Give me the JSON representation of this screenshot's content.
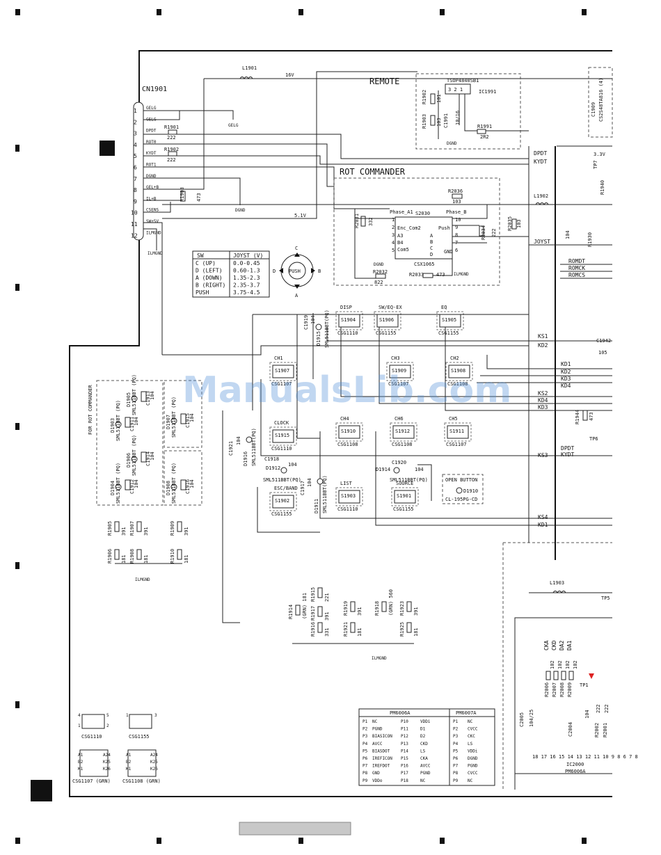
{
  "connector": {
    "name": "CN1901",
    "pins": [
      {
        "n": "1",
        "label": "GELG"
      },
      {
        "n": "2",
        "label": "GELG"
      },
      {
        "n": "3",
        "label": "DPDT"
      },
      {
        "n": "4",
        "label": "ROT0"
      },
      {
        "n": "5",
        "label": "KYDT"
      },
      {
        "n": "6",
        "label": "ROT1"
      },
      {
        "n": "7",
        "label": "DGND"
      },
      {
        "n": "8",
        "label": "GEL+B"
      },
      {
        "n": "9",
        "label": "IL+B"
      },
      {
        "n": "10",
        "label": "CSENS"
      },
      {
        "n": "11",
        "label": "SW+5V"
      },
      {
        "n": "12",
        "label": "ILMGND"
      }
    ]
  },
  "ground_labels": {
    "gelg": "GELG",
    "dgnd": "DGND",
    "ilmgnd": "ILMGND",
    "dgnd2": "DGND",
    "ilmgnd2": "ILMGND"
  },
  "resistors_left": [
    {
      "ref": "R1901",
      "val": "222"
    },
    {
      "ref": "R1902",
      "val": "222"
    },
    {
      "ref": "R1903",
      "val": "473"
    }
  ],
  "inductors": {
    "l1901": "L1901",
    "l1902": "L1902",
    "l1903": "L1903"
  },
  "voltages": {
    "v16": "16V",
    "v51": "5.1V",
    "v33": "3.3V"
  },
  "remote": {
    "title": "REMOTE",
    "module": "TSOP4840SB1",
    "ic": "IC1991",
    "pins": "3  2  1",
    "r1902": "R1902",
    "r1902v": "101",
    "r1903": "R1903",
    "r1903v": "103",
    "c1991": "C1991",
    "c1991v": "10/16",
    "r1991": "R1991",
    "r1991v": "2R2"
  },
  "rot": {
    "title": "ROT COMMANDER",
    "r2036": "R2036",
    "r2036v": "103",
    "s2030": "S2030",
    "phase_a": "Phase_A1",
    "phase_b": "Phase_B",
    "enc_com2": "Enc_Com2",
    "push": "Push",
    "a3": "A3",
    "b4": "B4",
    "com5": "Com5",
    "gnd": "GND",
    "pins_l": [
      "1",
      "2",
      "3",
      "4",
      "5"
    ],
    "pins_r": [
      "10",
      "9",
      "8",
      "7",
      "6"
    ],
    "right_letters": [
      "A",
      "B",
      "C",
      "D"
    ],
    "part": "CSX1065",
    "r2031": "R2031",
    "r2031v": "332",
    "r2032": "R2032",
    "r2032v": "822",
    "r2033": "R2033",
    "r2033v": "473",
    "r2034": "R2034",
    "r2034v": "222",
    "r2035": "R2035",
    "r2035v": "103"
  },
  "joystick_table": {
    "headers": [
      "SW",
      "JOYST (V)"
    ],
    "rows": [
      [
        "C (UP)",
        "0.0-0.45"
      ],
      [
        "D (LEFT)",
        "0.60-1.3"
      ],
      [
        "A (DOWN)",
        "1.35-2.3"
      ],
      [
        "B (RIGHT)",
        "2.35-3.7"
      ],
      [
        "PUSH",
        "3.75-4.5"
      ]
    ]
  },
  "joystick_icon": {
    "push": "PUSH",
    "c": "C",
    "d": "D",
    "a": "A",
    "b": "B"
  },
  "switches": [
    {
      "title": "DISP",
      "ref": "S1904",
      "part": "CSG1110"
    },
    {
      "title": "SW/EQ-EX",
      "ref": "S1906",
      "part": "CSG1155"
    },
    {
      "title": "EQ",
      "ref": "S1905",
      "part": "CSG1155"
    },
    {
      "title": "CH1",
      "ref": "S1907",
      "part": "CSG1107"
    },
    {
      "title": "CH3",
      "ref": "S1909",
      "part": "CSG1107"
    },
    {
      "title": "CH2",
      "ref": "S1908",
      "part": "CSG1108"
    },
    {
      "title": "CLOCK",
      "ref": "S1915",
      "part": "CSG1110"
    },
    {
      "title": "CH4",
      "ref": "S1910",
      "part": "CSG1108"
    },
    {
      "title": "CH6",
      "ref": "S1912",
      "part": "CSG1108"
    },
    {
      "title": "CH5",
      "ref": "S1911",
      "part": "CSG1107"
    },
    {
      "title": "ESC/BAND",
      "ref": "S1902",
      "part": "CSG1155"
    },
    {
      "title": "LIST",
      "ref": "S1903",
      "part": "CSG1110"
    },
    {
      "title": "SOURCE",
      "ref": "S1901",
      "part": "CSG1155"
    }
  ],
  "leds": {
    "d1915": "D1915",
    "d1915p": "SML511BBT(PQ)",
    "c1919": "C1919",
    "c1919v": "104",
    "d1916": "D1916",
    "d1916p": "SML511BBT(PQ)",
    "c1921": "C1921",
    "c1921v": "104",
    "d1912": "D1912",
    "d1912p": "SML511BBT(PQ)",
    "c1918": "C1918",
    "c1918v": "104",
    "d1914": "D1914",
    "d1914p": "SML511BBT(PQ)",
    "c1920": "C1920",
    "c1920v": "104",
    "d1911": "D1911",
    "d1911p": "SML511BBT(PQ)",
    "c1917": "C1917",
    "c1917v": "104",
    "d1910": "D1910",
    "open": "OPEN BUTTON",
    "cl": "CL-195PG-CD"
  },
  "rot_led_group": {
    "title": "FOR ROT COMMANDER",
    "d1905": "D1905",
    "d1903": "D1903",
    "d1907": "D1907",
    "d1906": "D1906",
    "d1904": "D1904",
    "d1908": "D1908",
    "part": "SML511BBT (PQ)",
    "c1913": "C1913",
    "c1911": "C1911",
    "c1915": "C1915",
    "c1914": "C1914",
    "c1912": "C1912",
    "c1916": "C1916",
    "cv": "104"
  },
  "bottom_res": {
    "r1905": "R1905",
    "r1905v": "391",
    "r1907": "R1907",
    "r1907v": "391",
    "r1909": "R1909",
    "r1909v": "391",
    "r1906": "R1906",
    "r1906v": "181",
    "r1908": "R1908",
    "r1908v": "181",
    "r1910": "R1910",
    "r1910v": "181",
    "r1914": "R1914",
    "r1914v": "(GRN) 181",
    "r1915": "R1915",
    "r1915v": "221",
    "r1916": "R1916",
    "r1916v": "331",
    "r1917": "R1917",
    "r1917v": "391",
    "r1919": "R1919",
    "r1919v": "391",
    "r1921": "R1921",
    "r1921v": "181",
    "r1918": "R1918",
    "r1918v": "(GRN) 560",
    "r1923": "R1923",
    "r1923v": "391",
    "r1925": "R1925",
    "r1925v": "181"
  },
  "signals_right": {
    "dpdt": "DPDT",
    "kydt": "KYDT",
    "joyst": "JOYST",
    "romdt": "ROMDT",
    "romck": "ROMCK",
    "romcs": "ROMCS",
    "ks1": "KS1",
    "kd2": "KD2",
    "kd1": "KD1",
    "kd2b": "KD2",
    "kd3": "KD3",
    "kd4": "KD4",
    "ks2": "KS2",
    "kd4b": "KD4",
    "kd3b": "KD3",
    "dpdt2": "DPDT",
    "kydt2": "KYDT",
    "ks3": "KS3",
    "ks4": "KS4",
    "kd1b": "KD1",
    "tp6": "TP6",
    "tp5": "TP5",
    "tp7": "TP7",
    "tp1": "TP1",
    "r1944": "R1944",
    "r1944v": "473",
    "c1942": "C1942",
    "c1942v": "105",
    "r1940": "R1940",
    "r1930": "R1930",
    "r1930v": "104",
    "c1909": "C1909",
    "c1909v": "CS2S48TA816 (4)"
  },
  "ic2000": {
    "name": "IC2000",
    "part": "PM6006A",
    "pins": "18 17 16 15 14 13 12 11 10  9  8  6  7  8",
    "sig": [
      "CKA",
      "CKD",
      "DA2",
      "DA1"
    ],
    "res": [
      "R2006",
      "R2007",
      "R2008",
      "R2009"
    ],
    "resv": "102",
    "c2005": "C2005",
    "c2005v": "104/25",
    "c2004": "C2004",
    "c2004v": "104",
    "r2002": "R2002",
    "r2001": "R2001",
    "rv": "222"
  },
  "pin_table": {
    "h1": "PM6006A",
    "h2": "PM6007A",
    "rows": [
      [
        "P1",
        "NC",
        "P10",
        "VDDi",
        "P1",
        "NC"
      ],
      [
        "P2",
        "PGND",
        "P11",
        "D1",
        "P2",
        "CVCC"
      ],
      [
        "P3",
        "BIASICON",
        "P12",
        "D2",
        "P3",
        "CKC"
      ],
      [
        "P4",
        "AVCC",
        "P13",
        "CKD",
        "P4",
        "LS"
      ],
      [
        "P5",
        "BIASDOT",
        "P14",
        "LS",
        "P5",
        "VDDi"
      ],
      [
        "P6",
        "IREFICON",
        "P15",
        "CKA",
        "P6",
        "DGND"
      ],
      [
        "P7",
        "IREFDOT",
        "P16",
        "AVCC",
        "P7",
        "PGND"
      ],
      [
        "P8",
        "GND",
        "P17",
        "PGND",
        "P8",
        "CVCC"
      ],
      [
        "P9",
        "VDDo",
        "P18",
        "NC",
        "P9",
        "NC"
      ]
    ]
  },
  "legend": {
    "csg1110": "CSG1110",
    "csg1155": "CSG1155",
    "csg1107": "CSG1107  (GRN)",
    "csg1108": "CSG1108  (GRN)",
    "p4": "4",
    "p5": "5",
    "p1": "1",
    "p2": "2",
    "p3": "3",
    "a1": "A1",
    "b2": "B2",
    "a24": "A24",
    "k25": "K25",
    "k1": "K1",
    "k26": "K26"
  },
  "watermark": "ManualsLib.com"
}
